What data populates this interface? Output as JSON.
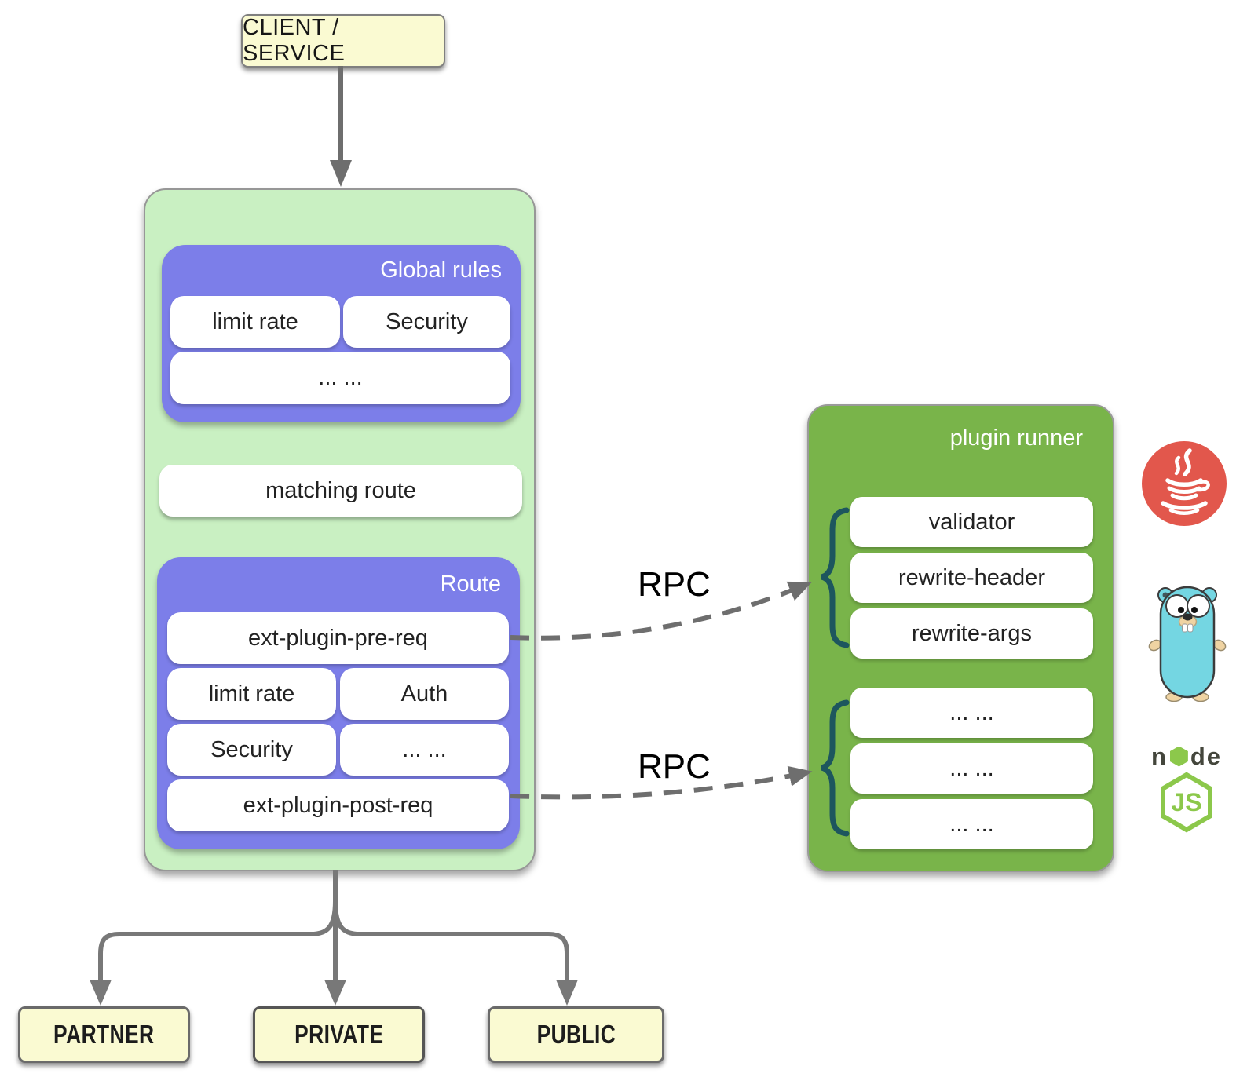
{
  "client": {
    "label": "CLIENT / SERVICE"
  },
  "gateway": {
    "global_rules": {
      "title": "Global rules",
      "items": [
        "limit rate",
        "Security",
        "... ..."
      ]
    },
    "matching_route": {
      "label": "matching route"
    },
    "route": {
      "title": "Route",
      "items": [
        "ext-plugin-pre-req",
        "limit rate",
        "Auth",
        "Security",
        "... ...",
        "ext-plugin-post-req"
      ]
    }
  },
  "rpc": {
    "labels": [
      "RPC",
      "RPC"
    ]
  },
  "plugin_runner": {
    "title": "plugin runner",
    "ext_plugins": [
      "validator",
      "rewrite-header",
      "rewrite-args"
    ],
    "more_plugins": [
      "... ...",
      "... ...",
      "... ..."
    ]
  },
  "runtime_icons": {
    "java": "java-icon",
    "go": "go-gopher-icon",
    "nodejs": "nodejs-icon"
  },
  "nodejs_logo": {
    "wordmark_left": "n",
    "wordmark_right": "de",
    "js": "JS"
  },
  "upstreams": [
    "PARTNER",
    "PRIVATE",
    "PUBLIC"
  ],
  "colors": {
    "note_yellow": "#fafad2",
    "gateway_green": "#c9f0c2",
    "plugin_purple": "#7c7ee9",
    "runner_green": "#79b44a",
    "line_gray": "#6e6e6e",
    "brace_teal": "#1d565e",
    "java_red": "#e2574c",
    "gopher_blue": "#74d6e2",
    "node_green": "#8cc84b",
    "text_dark": "#1f1f1f",
    "title_white": "#ffffff"
  }
}
